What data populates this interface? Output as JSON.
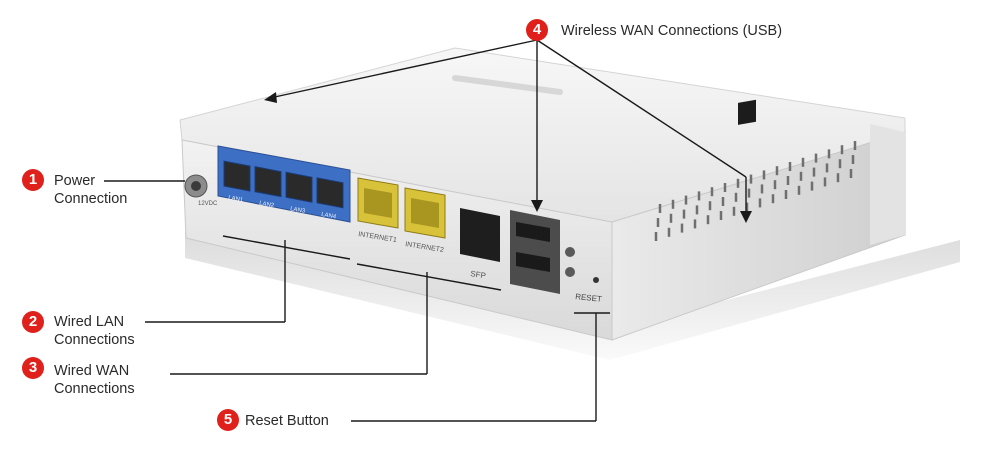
{
  "callouts": {
    "power": {
      "number": "1",
      "line1": "Power",
      "line2": "Connection"
    },
    "lan": {
      "number": "2",
      "line1": "Wired LAN",
      "line2": "Connections"
    },
    "wan": {
      "number": "3",
      "line1": "Wired WAN",
      "line2": "Connections"
    },
    "usb": {
      "number": "4",
      "text": "Wireless WAN Connections (USB)"
    },
    "reset": {
      "number": "5",
      "text": "Reset Button"
    }
  },
  "device_labels": {
    "dc": "12VDC",
    "lan_ports": [
      "LAN1",
      "LAN2",
      "LAN3",
      "LAN4"
    ],
    "internet1": "INTERNET1",
    "internet2": "INTERNET2",
    "sfp": "SFP",
    "reset": "RESET"
  },
  "colors": {
    "badge": "#e0201b",
    "lan_panel": "#3d6fc4",
    "wan_port": "#d8c23a",
    "device_body": "#eeeeee"
  }
}
